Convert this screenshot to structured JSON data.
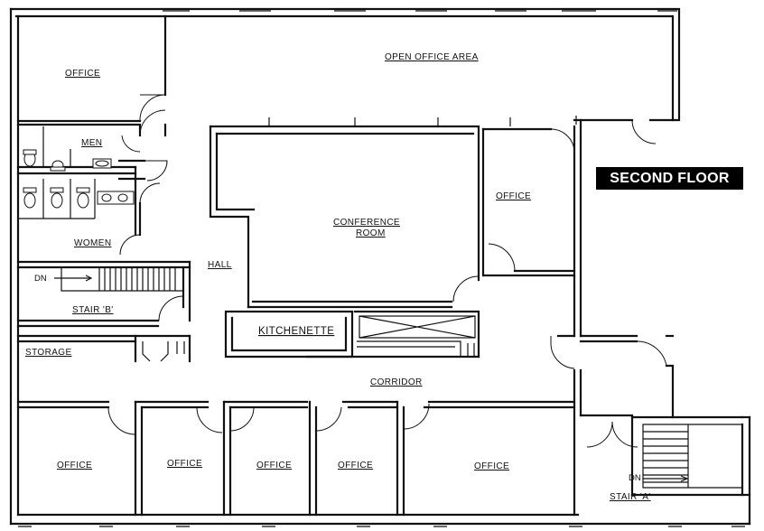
{
  "floor_label": "SECOND FLOOR",
  "rooms": {
    "office_nw": "OFFICE",
    "open_office": "OPEN OFFICE AREA",
    "men": "MEN",
    "women": "WOMEN",
    "conference_line1": "CONFERENCE",
    "conference_line2": "ROOM",
    "office_mid": "OFFICE",
    "hall": "HALL",
    "stair_b": "STAIR 'B'",
    "stair_b_dn": "DN",
    "kitchenette": "KITCHENETTE",
    "storage": "STORAGE",
    "corridor": "CORRIDOR",
    "office_s1": "OFFICE",
    "office_s2": "OFFICE",
    "office_s3": "OFFICE",
    "office_s4": "OFFICE",
    "office_s5": "OFFICE",
    "stair_a": "STAIR 'A'",
    "stair_a_dn": "DN"
  }
}
